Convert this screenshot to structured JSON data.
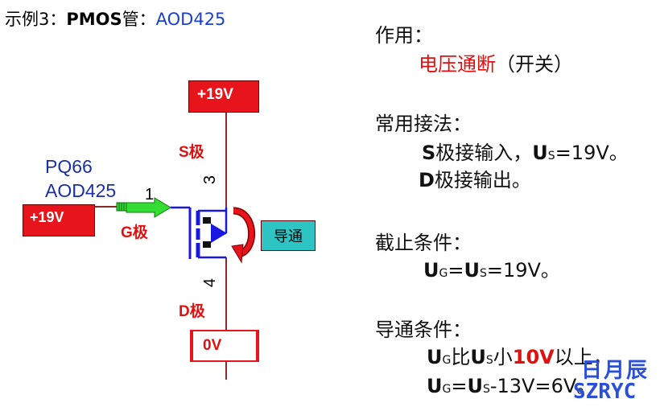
{
  "title": {
    "prefix": "示例3：",
    "part_type": "PMOS",
    "suffix": "管：",
    "part_number": "AOD425"
  },
  "circuit": {
    "source_box": "+19V",
    "gate_box": "+19V",
    "drain_box": "0V",
    "status_box": "导通",
    "s_label": "S极",
    "g_label": "G极",
    "d_label": "D极",
    "pin_gate": "1",
    "pin_source": "3",
    "pin_drain": "4",
    "part_ref": "PQ66",
    "part_name": "AOD425"
  },
  "notes": {
    "function_heading": "作用：",
    "function_value": "电压通断",
    "function_paren": "（开关）",
    "usage_heading": "常用接法：",
    "usage_s_letter": "S",
    "usage_s_text": "极接输入，",
    "usage_s_u": "U",
    "usage_s_sub": "S",
    "usage_s_val": "=19V。",
    "usage_d_letter": "D",
    "usage_d_text": "极接输出。",
    "cutoff_heading": "截止条件：",
    "cutoff_u1": "U",
    "cutoff_sub1": "G",
    "cutoff_eq": "=",
    "cutoff_u2": "U",
    "cutoff_sub2": "S",
    "cutoff_val": "=19V。",
    "conduct_heading": "导通条件：",
    "c1_u1": "U",
    "c1_sub1": "G",
    "c1_bi": "比",
    "c1_u2": "U",
    "c1_sub2": "S",
    "c1_xiao": "小",
    "c1_10v": "10V",
    "c1_tail": "以上，",
    "c2_u1": "U",
    "c2_sub1": "G",
    "c2_eq": "=",
    "c2_u2": "U",
    "c2_sub2": "S",
    "c2_tail": "-13V=6V。"
  },
  "watermark": {
    "cn": "日月辰",
    "en": "SZRYC"
  },
  "colors": {
    "box_red": "#e8141c",
    "box_teal": "#2ec4c4",
    "arrow_green": "#33dd33",
    "fet_blue": "#1818e0",
    "wire": "#8a2a2a"
  }
}
